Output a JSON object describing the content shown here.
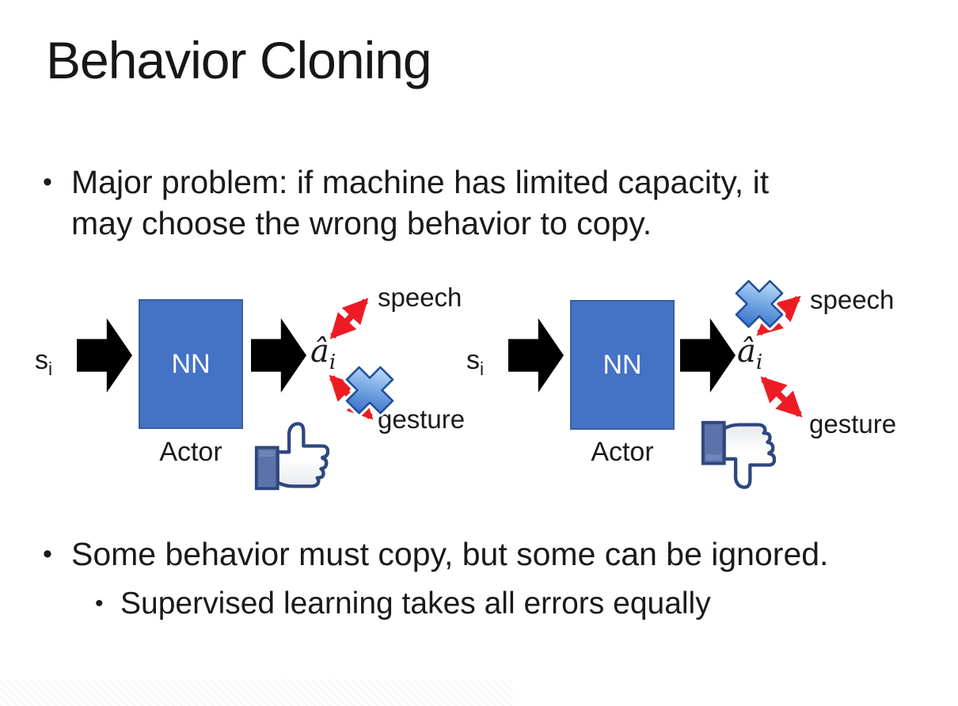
{
  "slide": {
    "title": "Behavior Cloning",
    "bullets": {
      "major": {
        "lines": [
          "Major problem: if machine has limited capacity, it",
          "may choose the wrong behavior to copy."
        ]
      },
      "some": "Some behavior must copy, but some can be ignored.",
      "supervised": "Supervised learning takes all errors equally"
    }
  },
  "diagrams": {
    "left": {
      "input": "s",
      "input_sub": "i",
      "box": "NN",
      "box_label": "Actor",
      "output": "â",
      "output_sub": "i",
      "speech": "speech",
      "gesture": "gesture",
      "crossed_output": "gesture",
      "feedback": "thumbs-up"
    },
    "right": {
      "input": "s",
      "input_sub": "i",
      "box": "NN",
      "box_label": "Actor",
      "output": "â",
      "output_sub": "i",
      "speech": "speech",
      "gesture": "gesture",
      "crossed_output": "speech",
      "feedback": "thumbs-down"
    }
  },
  "colors": {
    "nn_box": "#4472C4",
    "nn_border": "#3B5FA0",
    "black_arrow": "#000000",
    "red_arrow": "#ED1C24",
    "cross_blue": "#4A86D3",
    "icon_navy": "#2E4780",
    "icon_cuff": "#5B73A9"
  }
}
